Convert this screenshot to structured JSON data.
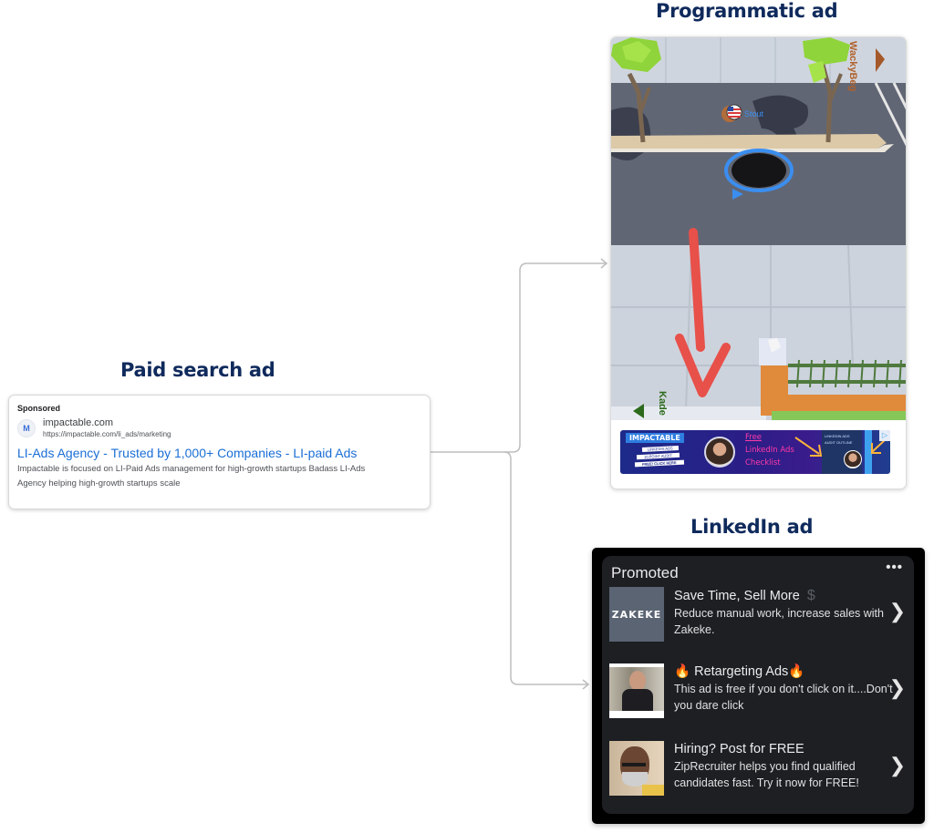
{
  "headings": {
    "programmatic": "Programmatic ad",
    "paid_search": "Paid search ad",
    "linkedin": "LinkedIn ad"
  },
  "search_ad": {
    "label": "Sponsored",
    "favicon_letter": "M",
    "site_name": "impactable.com",
    "url": "https://impactable.com/li_ads/marketing",
    "title": "LI-Ads Agency - Trusted by 1,000+ Companies - LI-paid Ads",
    "description_line1": "Impactable is focused on LI-Paid Ads management for high-growth startups Badass LI-Ads",
    "description_line2": "Agency helping high-growth startups scale",
    "title_color": "#1a6fd6"
  },
  "programmatic_ad": {
    "game": {
      "player_name": "Stout",
      "opponent_label": "WackyBeg",
      "street_label": "Kade"
    },
    "banner": {
      "brand": "IMPACTABLE",
      "tagline_1": "LINKEDIN ADS",
      "tagline_2": "10-POINT AUDIT",
      "tagline_3": "FREE! CLICK HERE",
      "headline_1": "Free",
      "headline_2": "LinkedIn Ads",
      "headline_3": "Checklist",
      "side_title_1": "LINKEDIN ADS",
      "side_title_2": "AUDIT OUTLINE",
      "adchoices_icon": "ad-choices-icon"
    }
  },
  "linkedin_ad": {
    "header": "Promoted",
    "more_icon": "•••",
    "items": [
      {
        "thumb_text": "ZAKEKE",
        "title": "Save Time, Sell More",
        "title_suffix": "$",
        "description": "Reduce manual work, increase sales with Zakeke.",
        "chevron": "❯"
      },
      {
        "title_prefix": "🔥",
        "title": "Retargeting Ads",
        "title_suffix": "🔥",
        "description": "This ad is free if you don't click on it....Don't you dare click",
        "chevron": "❯"
      },
      {
        "title": "Hiring? Post for FREE",
        "description": "ZipRecruiter helps you find qualified candidates fast. Try it now for FREE!",
        "chevron": "❯"
      }
    ]
  },
  "colors": {
    "heading": "#0f2a5c",
    "connector": "#bdbdbd",
    "linkedin_bg": "#1d1f23"
  }
}
